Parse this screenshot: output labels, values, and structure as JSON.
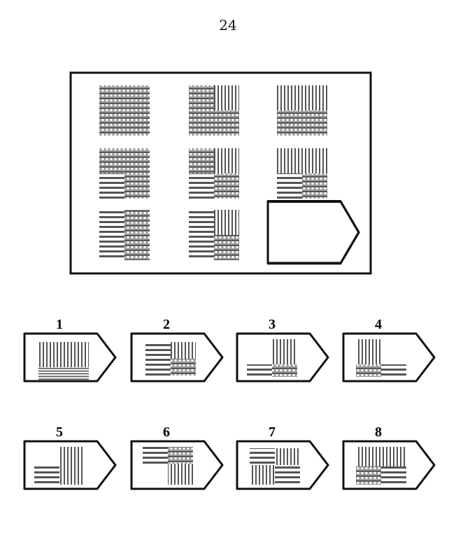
{
  "page": {
    "number": "24"
  },
  "matrix": {
    "cells": [
      {
        "pattern": "grid-full"
      },
      {
        "pattern": "grid-vertical-top-right"
      },
      {
        "pattern": "vertical-top-grid-bottom"
      },
      {
        "pattern": "grid-top-horizontal-bottom-left"
      },
      {
        "pattern": "grid-with-horizontal-and-vertical-quadrants"
      },
      {
        "pattern": "vertical-top-horizontal-grid-bottom"
      },
      {
        "pattern": "horizontal-left-grid-right"
      },
      {
        "pattern": "horizontal-left-vertical-right-grid-bottom-right"
      },
      {
        "pattern": "blank-answer-tag"
      }
    ]
  },
  "options": [
    {
      "label": "1"
    },
    {
      "label": "2"
    },
    {
      "label": "3"
    },
    {
      "label": "4"
    },
    {
      "label": "5"
    },
    {
      "label": "6"
    },
    {
      "label": "7"
    },
    {
      "label": "8"
    }
  ],
  "colors": {
    "ink": "#111111",
    "hatch": "#555555"
  }
}
